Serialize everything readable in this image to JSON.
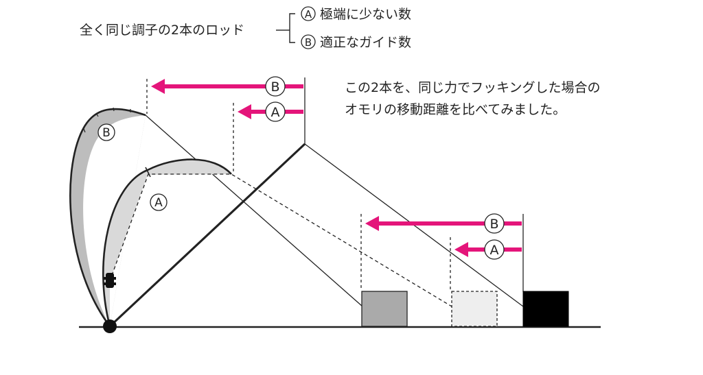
{
  "header": {
    "title": "全く同じ調子の2本のロッド",
    "option_a_mark": "A",
    "option_a_text": "極端に少ない数",
    "option_b_mark": "B",
    "option_b_text": "適正なガイド数"
  },
  "caption": {
    "line1": "この2本を、同じ力でフッキングした場合の",
    "line2": "オモリの移動距離を比べてみました。"
  },
  "labels": {
    "rod_a": "A",
    "rod_b": "B",
    "arrow_top_a": "A",
    "arrow_top_b": "B",
    "arrow_bottom_a": "A",
    "arrow_bottom_b": "B"
  },
  "colors": {
    "arrow": "#e4157a",
    "line": "#222222",
    "weight_b": "#aaaaaa",
    "weight_a": "#eeeeee",
    "weight_start": "#000000",
    "bend_b_fill": "#bdbdbd",
    "bend_a_fill": "#d9d9d9"
  }
}
